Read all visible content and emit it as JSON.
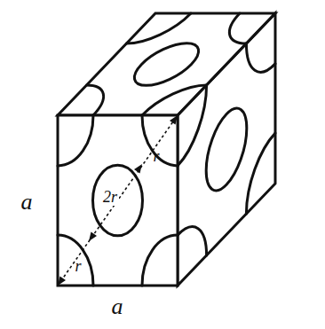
{
  "diagram": {
    "labels": [
      "r",
      "2r",
      "a",
      "r",
      "a"
    ]
  }
}
